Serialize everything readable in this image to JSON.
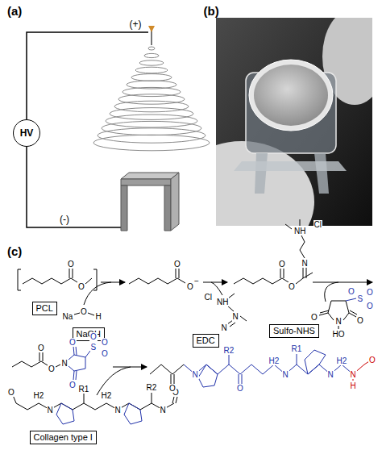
{
  "diagram": {
    "nodes": [
      {
        "text": [
          "HV"
        ]
      },
      {
        "text": [
          "PCL"
        ]
      },
      {
        "text": [
          "NaOH"
        ]
      },
      {
        "text": [
          "EDC"
        ]
      },
      {
        "text": [
          "Sulfo-NHS"
        ]
      },
      {
        "text": [
          "Collagen type I"
        ]
      }
    ],
    "labels": [
      "(a)",
      "(+)",
      "(-)",
      "(b)",
      "(c)",
      "O",
      "O",
      "Na",
      "O",
      "H",
      "O",
      "O",
      "−",
      "Cl",
      "NH",
      "N",
      "N",
      "O",
      "O",
      "N",
      "NH",
      "Cl",
      "O",
      "O",
      "N",
      "HO",
      "S",
      "O",
      "O",
      "O",
      "O",
      "O",
      "N",
      "O",
      "O",
      "S",
      "O",
      "O",
      "O",
      "O",
      "H2",
      "N",
      "R1",
      "H2",
      "N",
      "R2",
      "N",
      "O",
      "O",
      "N",
      "R2",
      "O",
      "H2",
      "N",
      "R1",
      "N",
      "H2",
      "N",
      "O",
      "H"
    ]
  }
}
